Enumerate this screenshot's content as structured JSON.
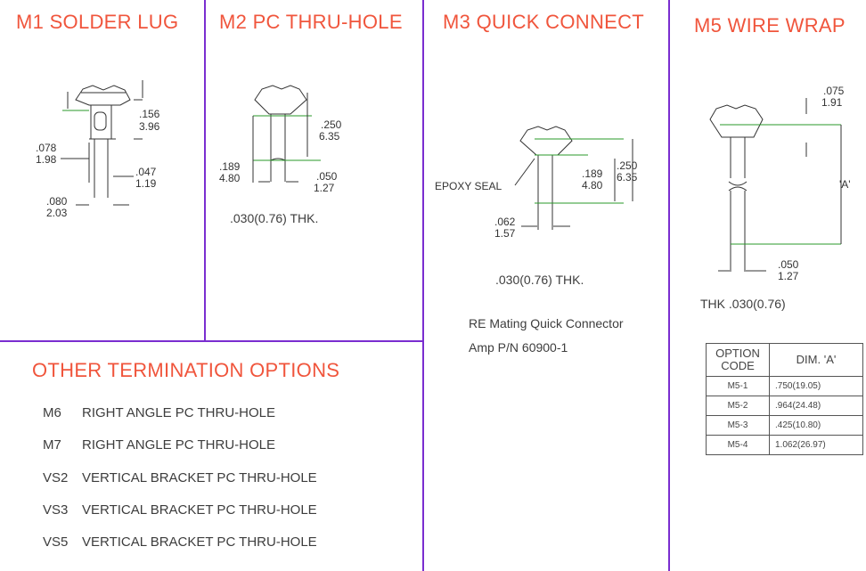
{
  "sections": {
    "m1": {
      "title": "M1 SOLDER LUG",
      "dims": [
        ".156",
        "3.96",
        ".078",
        "1.98",
        ".047",
        "1.19",
        ".080",
        "2.03"
      ]
    },
    "m2": {
      "title": "M2 PC THRU-HOLE",
      "dims": [
        ".250",
        "6.35",
        ".189",
        "4.80",
        ".050",
        "1.27"
      ],
      "thickness": ".030(0.76) THK."
    },
    "m3": {
      "title": "M3 QUICK CONNECT",
      "epoxy": "EPOXY SEAL",
      "dims": [
        ".189",
        "4.80",
        ".250",
        "6.35",
        ".062",
        "1.57"
      ],
      "thickness": ".030(0.76) THK.",
      "mating": "RE Mating Quick Connector",
      "part": "Amp P/N 60900-1"
    },
    "m5": {
      "title": "M5 WIRE WRAP",
      "dims": [
        ".075",
        "1.91",
        "'A'",
        ".050",
        "1.27"
      ],
      "thickness": "THK .030(0.76)"
    },
    "other": {
      "title": "OTHER TERMINATION OPTIONS",
      "items": [
        {
          "code": "M6",
          "desc": "RIGHT ANGLE PC THRU-HOLE"
        },
        {
          "code": "M7",
          "desc": "RIGHT ANGLE PC THRU-HOLE"
        },
        {
          "code": "VS2",
          "desc": "VERTICAL BRACKET PC THRU-HOLE"
        },
        {
          "code": "VS3",
          "desc": "VERTICAL BRACKET PC THRU-HOLE"
        },
        {
          "code": "VS5",
          "desc": "VERTICAL BRACKET PC THRU-HOLE"
        }
      ]
    }
  },
  "table": {
    "headers": [
      "OPTION CODE",
      "DIM. 'A'"
    ],
    "rows": [
      [
        "M5-1",
        ".750(19.05)"
      ],
      [
        "M5-2",
        ".964(24.48)"
      ],
      [
        "M5-3",
        ".425(10.80)"
      ],
      [
        "M5-4",
        "1.062(26.97)"
      ]
    ]
  }
}
